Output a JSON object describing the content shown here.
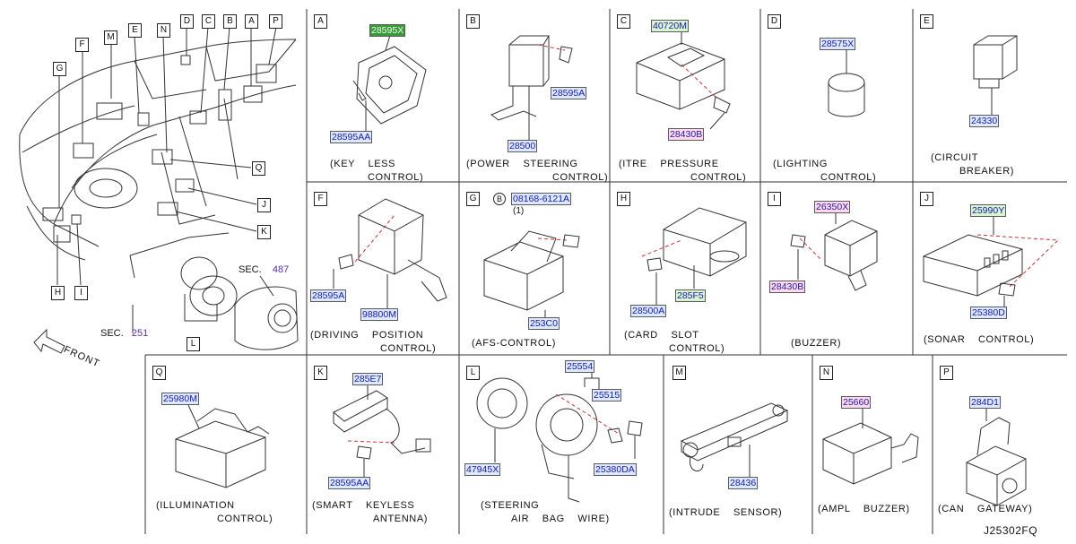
{
  "overview": {
    "callouts": [
      "F",
      "M",
      "E",
      "N",
      "D",
      "C",
      "B",
      "A",
      "P",
      "G",
      "Q",
      "J",
      "K",
      "H",
      "I",
      "L"
    ],
    "sec_label": "SEC.",
    "sec_251": "251",
    "sec_487": "487",
    "front_label": "FRONT"
  },
  "panels": {
    "A": {
      "letter": "A",
      "caption_1": "(KEY    LESS",
      "caption_2": "CONTROL)",
      "parts": [
        "28595X",
        "28595AA"
      ]
    },
    "B": {
      "letter": "B",
      "caption_1": "(POWER    STEERING",
      "caption_2": "CONTROL)",
      "parts": [
        "28595A",
        "28500"
      ]
    },
    "C": {
      "letter": "C",
      "caption_1": "(ITRE    PRESSURE",
      "caption_2": "CONTROL)",
      "parts": [
        "40720M",
        "28430B"
      ]
    },
    "D": {
      "letter": "D",
      "caption_1": "(LIGHTING",
      "caption_2": "CONTROL)",
      "parts": [
        "28575X"
      ]
    },
    "E": {
      "letter": "E",
      "caption_1": "(CIRCUIT",
      "caption_2": "BREAKER)",
      "parts": [
        "24330"
      ]
    },
    "F": {
      "letter": "F",
      "caption_1": "(DRIVING    POSITION",
      "caption_2": "CONTROL)",
      "parts": [
        "28595A",
        "98800M"
      ]
    },
    "G": {
      "letter": "G",
      "caption_1": "(AFS-CONTROL)",
      "caption_2": "",
      "parts": [
        "08168-6121A",
        "253C0"
      ],
      "b_circle": "B",
      "qty": "(1)"
    },
    "H": {
      "letter": "H",
      "caption_1": "(CARD    SLOT",
      "caption_2": "CONTROL)",
      "parts": [
        "28500A",
        "285F5"
      ]
    },
    "I": {
      "letter": "I",
      "caption_1": "(BUZZER)",
      "caption_2": "",
      "parts": [
        "26350X",
        "28430B"
      ]
    },
    "J": {
      "letter": "J",
      "caption_1": "(SONAR    CONTROL)",
      "caption_2": "",
      "parts": [
        "25990Y",
        "25380D"
      ]
    },
    "Q": {
      "letter": "Q",
      "caption_1": "(ILLUMINATION",
      "caption_2": "CONTROL)",
      "parts": [
        "25980M"
      ]
    },
    "K": {
      "letter": "K",
      "caption_1": "(SMART    KEYLESS",
      "caption_2": "ANTENNA)",
      "parts": [
        "285E7",
        "28595AA"
      ]
    },
    "L": {
      "letter": "L",
      "caption_1": "(STEERING",
      "caption_2": "AIR    BAG    WIRE)",
      "parts": [
        "25554",
        "25515",
        "47945X",
        "25380DA"
      ]
    },
    "M": {
      "letter": "M",
      "caption_1": "(INTRUDE    SENSOR)",
      "caption_2": "",
      "parts": [
        "28436"
      ]
    },
    "N": {
      "letter": "N",
      "caption_1": "(AMPL    BUZZER)",
      "caption_2": "",
      "parts": [
        "25660"
      ]
    },
    "P": {
      "letter": "P",
      "caption_1": "(CAN    GATEWAY)",
      "caption_2": "",
      "parts": [
        "284D1"
      ]
    }
  },
  "footer_ref": "J25302FQ"
}
